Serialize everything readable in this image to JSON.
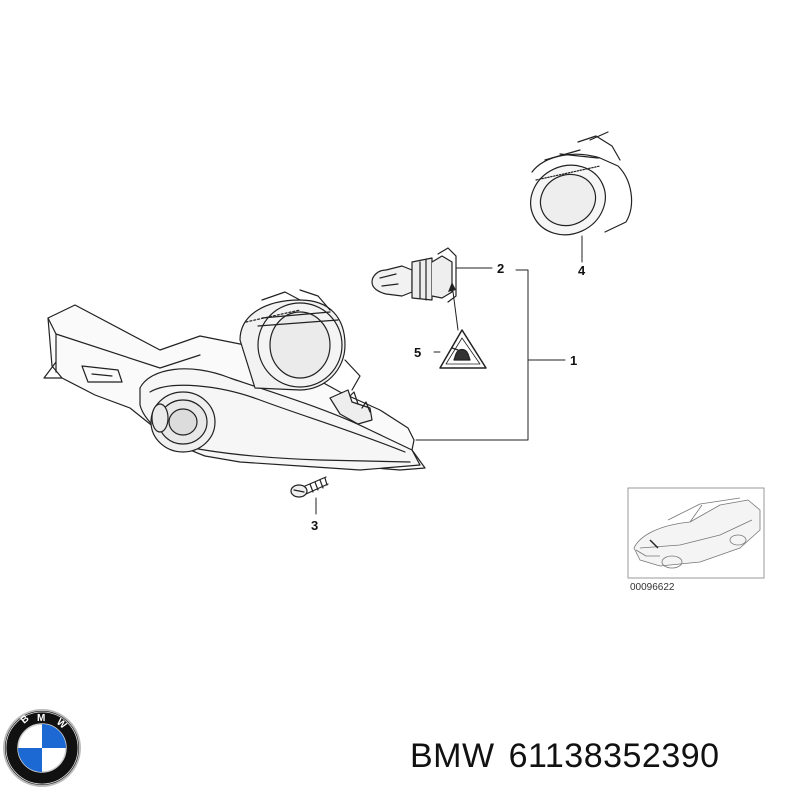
{
  "callouts": {
    "c1": "1",
    "c2": "2",
    "c3": "3",
    "c4": "4",
    "c5": "5"
  },
  "reference_number": "00096622",
  "logo": {
    "name": "bmw-roundel",
    "text": "BMW",
    "colors": {
      "blue": "#1c69d4",
      "black": "#111111",
      "white": "#ffffff"
    }
  },
  "caption": {
    "brand": "BMW",
    "part_number": "61138352390"
  }
}
